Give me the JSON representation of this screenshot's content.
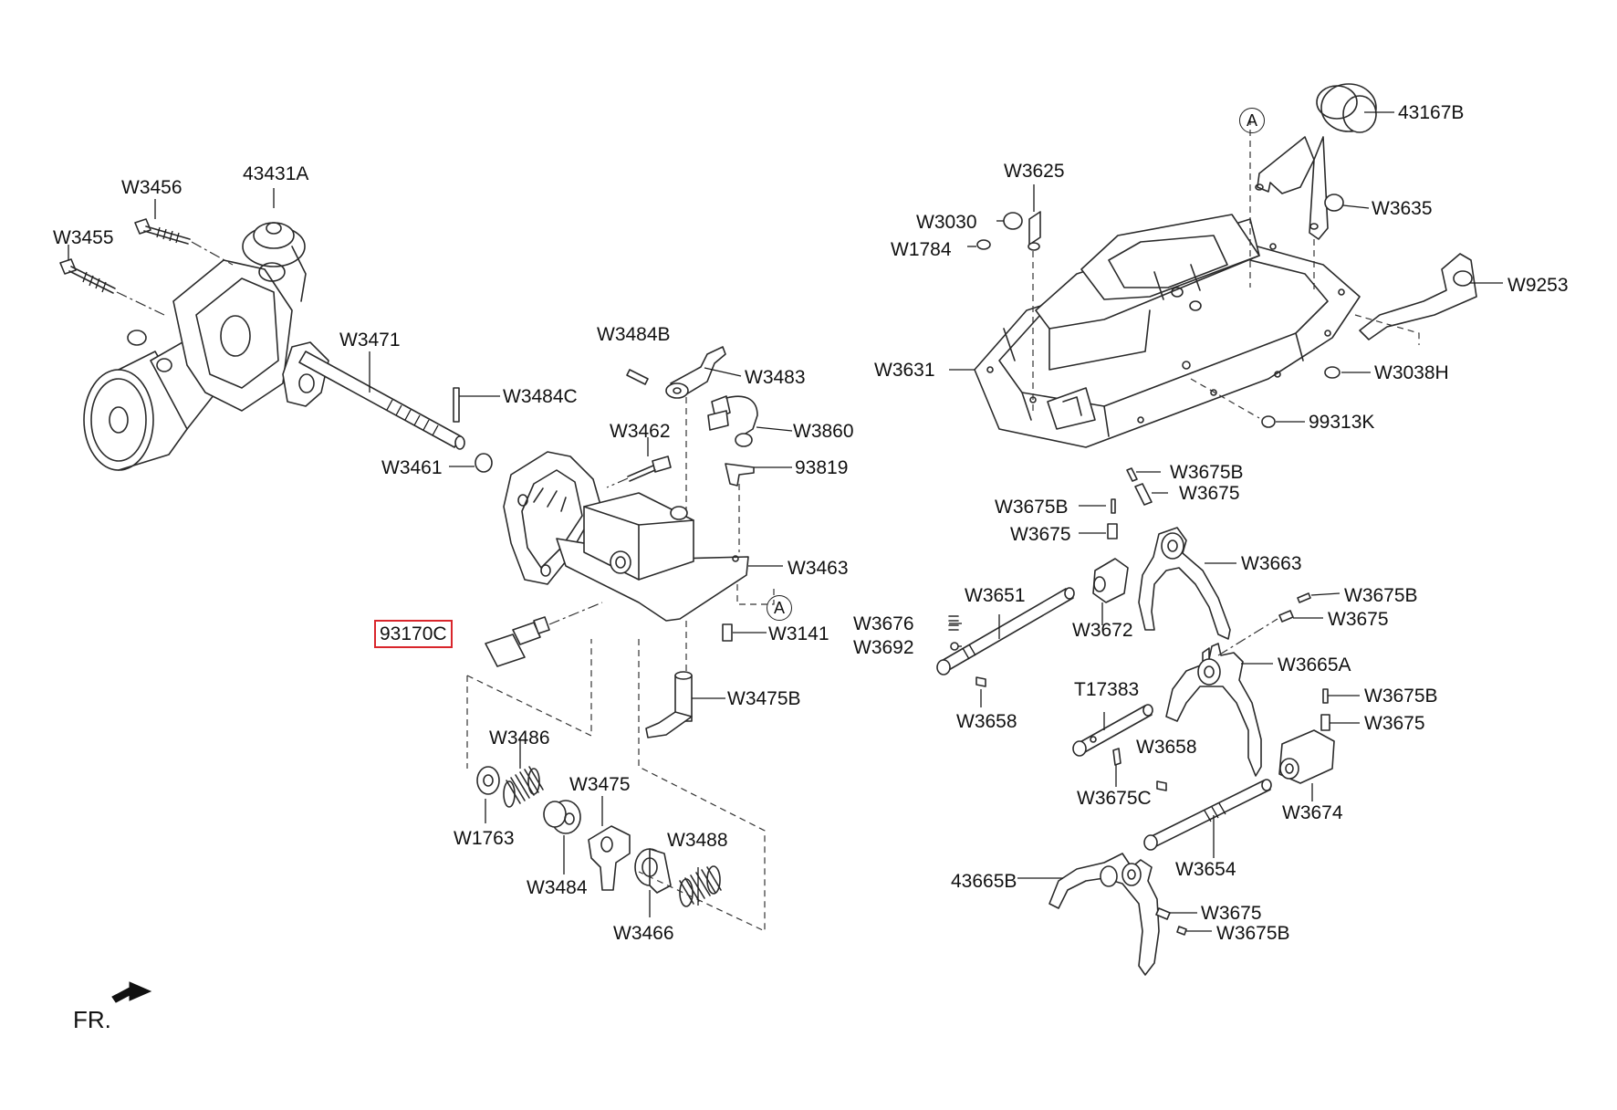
{
  "diagram": {
    "front_marker": "FR.",
    "reference_marker": "A",
    "highlighted_part": "93170C",
    "highlight_color": "#d9262c",
    "labels": [
      {
        "id": "w3456",
        "text": "W3456"
      },
      {
        "id": "43431a",
        "text": "43431A"
      },
      {
        "id": "w3455",
        "text": "W3455"
      },
      {
        "id": "w3471",
        "text": "W3471"
      },
      {
        "id": "w3484c",
        "text": "W3484C"
      },
      {
        "id": "w3461",
        "text": "W3461"
      },
      {
        "id": "w3484b",
        "text": "W3484B"
      },
      {
        "id": "w3483",
        "text": "W3483"
      },
      {
        "id": "w3860",
        "text": "W3860"
      },
      {
        "id": "w3462",
        "text": "W3462"
      },
      {
        "id": "93819",
        "text": "93819"
      },
      {
        "id": "w3463",
        "text": "W3463"
      },
      {
        "id": "w3141",
        "text": "W3141"
      },
      {
        "id": "93170c",
        "text": "93170C"
      },
      {
        "id": "w3475b",
        "text": "W3475B"
      },
      {
        "id": "w3486",
        "text": "W3486"
      },
      {
        "id": "w3475",
        "text": "W3475"
      },
      {
        "id": "w3488",
        "text": "W3488"
      },
      {
        "id": "w1763",
        "text": "W1763"
      },
      {
        "id": "w3484",
        "text": "W3484"
      },
      {
        "id": "w3466",
        "text": "W3466"
      },
      {
        "id": "43167b",
        "text": "43167B"
      },
      {
        "id": "w3625",
        "text": "W3625"
      },
      {
        "id": "w3030",
        "text": "W3030"
      },
      {
        "id": "w1784",
        "text": "W1784"
      },
      {
        "id": "w3635",
        "text": "W3635"
      },
      {
        "id": "w9253",
        "text": "W9253"
      },
      {
        "id": "w3631",
        "text": "W3631"
      },
      {
        "id": "w3038h",
        "text": "W3038H"
      },
      {
        "id": "99313k",
        "text": "99313K"
      },
      {
        "id": "w3675b_1",
        "text": "W3675B"
      },
      {
        "id": "w3675_1",
        "text": "W3675"
      },
      {
        "id": "w3675b_2",
        "text": "W3675B"
      },
      {
        "id": "w3675_2",
        "text": "W3675"
      },
      {
        "id": "w3663",
        "text": "W3663"
      },
      {
        "id": "w3651",
        "text": "W3651"
      },
      {
        "id": "w3672",
        "text": "W3672"
      },
      {
        "id": "w3676",
        "text": "W3676"
      },
      {
        "id": "w3692",
        "text": "W3692"
      },
      {
        "id": "w3675b_3",
        "text": "W3675B"
      },
      {
        "id": "w3675_3",
        "text": "W3675"
      },
      {
        "id": "w3665a",
        "text": "W3665A"
      },
      {
        "id": "w3658_1",
        "text": "W3658"
      },
      {
        "id": "t17383",
        "text": "T17383"
      },
      {
        "id": "w3675b_4",
        "text": "W3675B"
      },
      {
        "id": "w3675_4",
        "text": "W3675"
      },
      {
        "id": "w3658_2",
        "text": "W3658"
      },
      {
        "id": "w3675c",
        "text": "W3675C"
      },
      {
        "id": "w3674",
        "text": "W3674"
      },
      {
        "id": "w3654",
        "text": "W3654"
      },
      {
        "id": "43665b",
        "text": "43665B"
      },
      {
        "id": "w3675_5",
        "text": "W3675"
      },
      {
        "id": "w3675b_5",
        "text": "W3675B"
      }
    ]
  }
}
